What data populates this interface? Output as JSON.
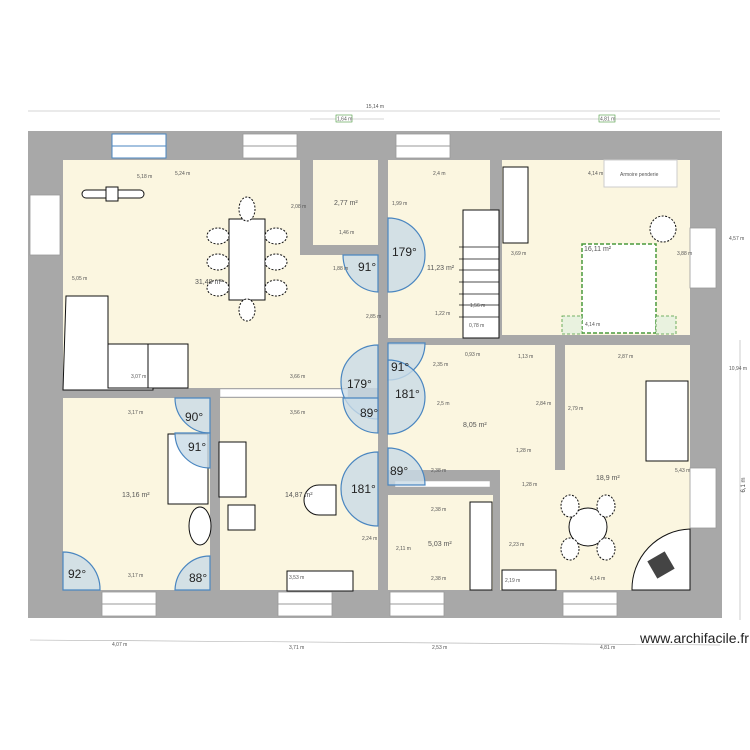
{
  "plan": {
    "top_dims": {
      "total": "15,14 m",
      "wc": "1,64 m",
      "bedroom": "4,81 m"
    },
    "rooms": {
      "living": "31,48 m²",
      "wc": "2,77 m²",
      "hall": "11,23 m²",
      "bedroom": "16,11 m²",
      "bath": "13,16 m²",
      "kitchen": "14,87 m²",
      "corridor": "8,05 m²",
      "storage": "5,03 m²",
      "sejour": "18,9 m²"
    },
    "door_angles": [
      "179°",
      "91°",
      "91°",
      "179°",
      "181°",
      "89°",
      "90°",
      "91°",
      "89°",
      "181°",
      "92°",
      "88°"
    ],
    "dims": [
      "5,24 m",
      "5,18 m",
      "2,08 m",
      "5,05 m",
      "1,46 m",
      "1,88 m",
      "2,4 m",
      "1,99 m",
      "4,14 m",
      "3,69 m",
      "3,88 m",
      "1,22 m",
      "1,56 m",
      "0,78 m",
      "0,93 m",
      "2,35 m",
      "3,66 m",
      "3,07 m",
      "3,17 m",
      "3,56 m",
      "2,5 m",
      "2,84 m",
      "1,28 m",
      "2,38 m",
      "2,38 m",
      "2,11 m",
      "2,38 m",
      "2,23 m",
      "2,19 m",
      "4,14 m",
      "1,13 m",
      "2,87 m",
      "2,79 m",
      "3,17 m",
      "3,53 m",
      "2,24 m",
      "4,07 m",
      "3,71 m",
      "2,53 m",
      "4,81 m",
      "4,57 m",
      "10,94 m",
      "6,1 m",
      "1,28 m",
      "5,43 m",
      "2,85 m",
      "4,14 m"
    ],
    "furniture_labels": {
      "wardrobe": "Armoire penderie"
    },
    "watermark": "www.archifacile.fr"
  },
  "colors": {
    "room": "#fbf6e0",
    "wall": "#a8a8a8",
    "door": "#4a86c0",
    "accent_green": "#4a9a3c"
  }
}
